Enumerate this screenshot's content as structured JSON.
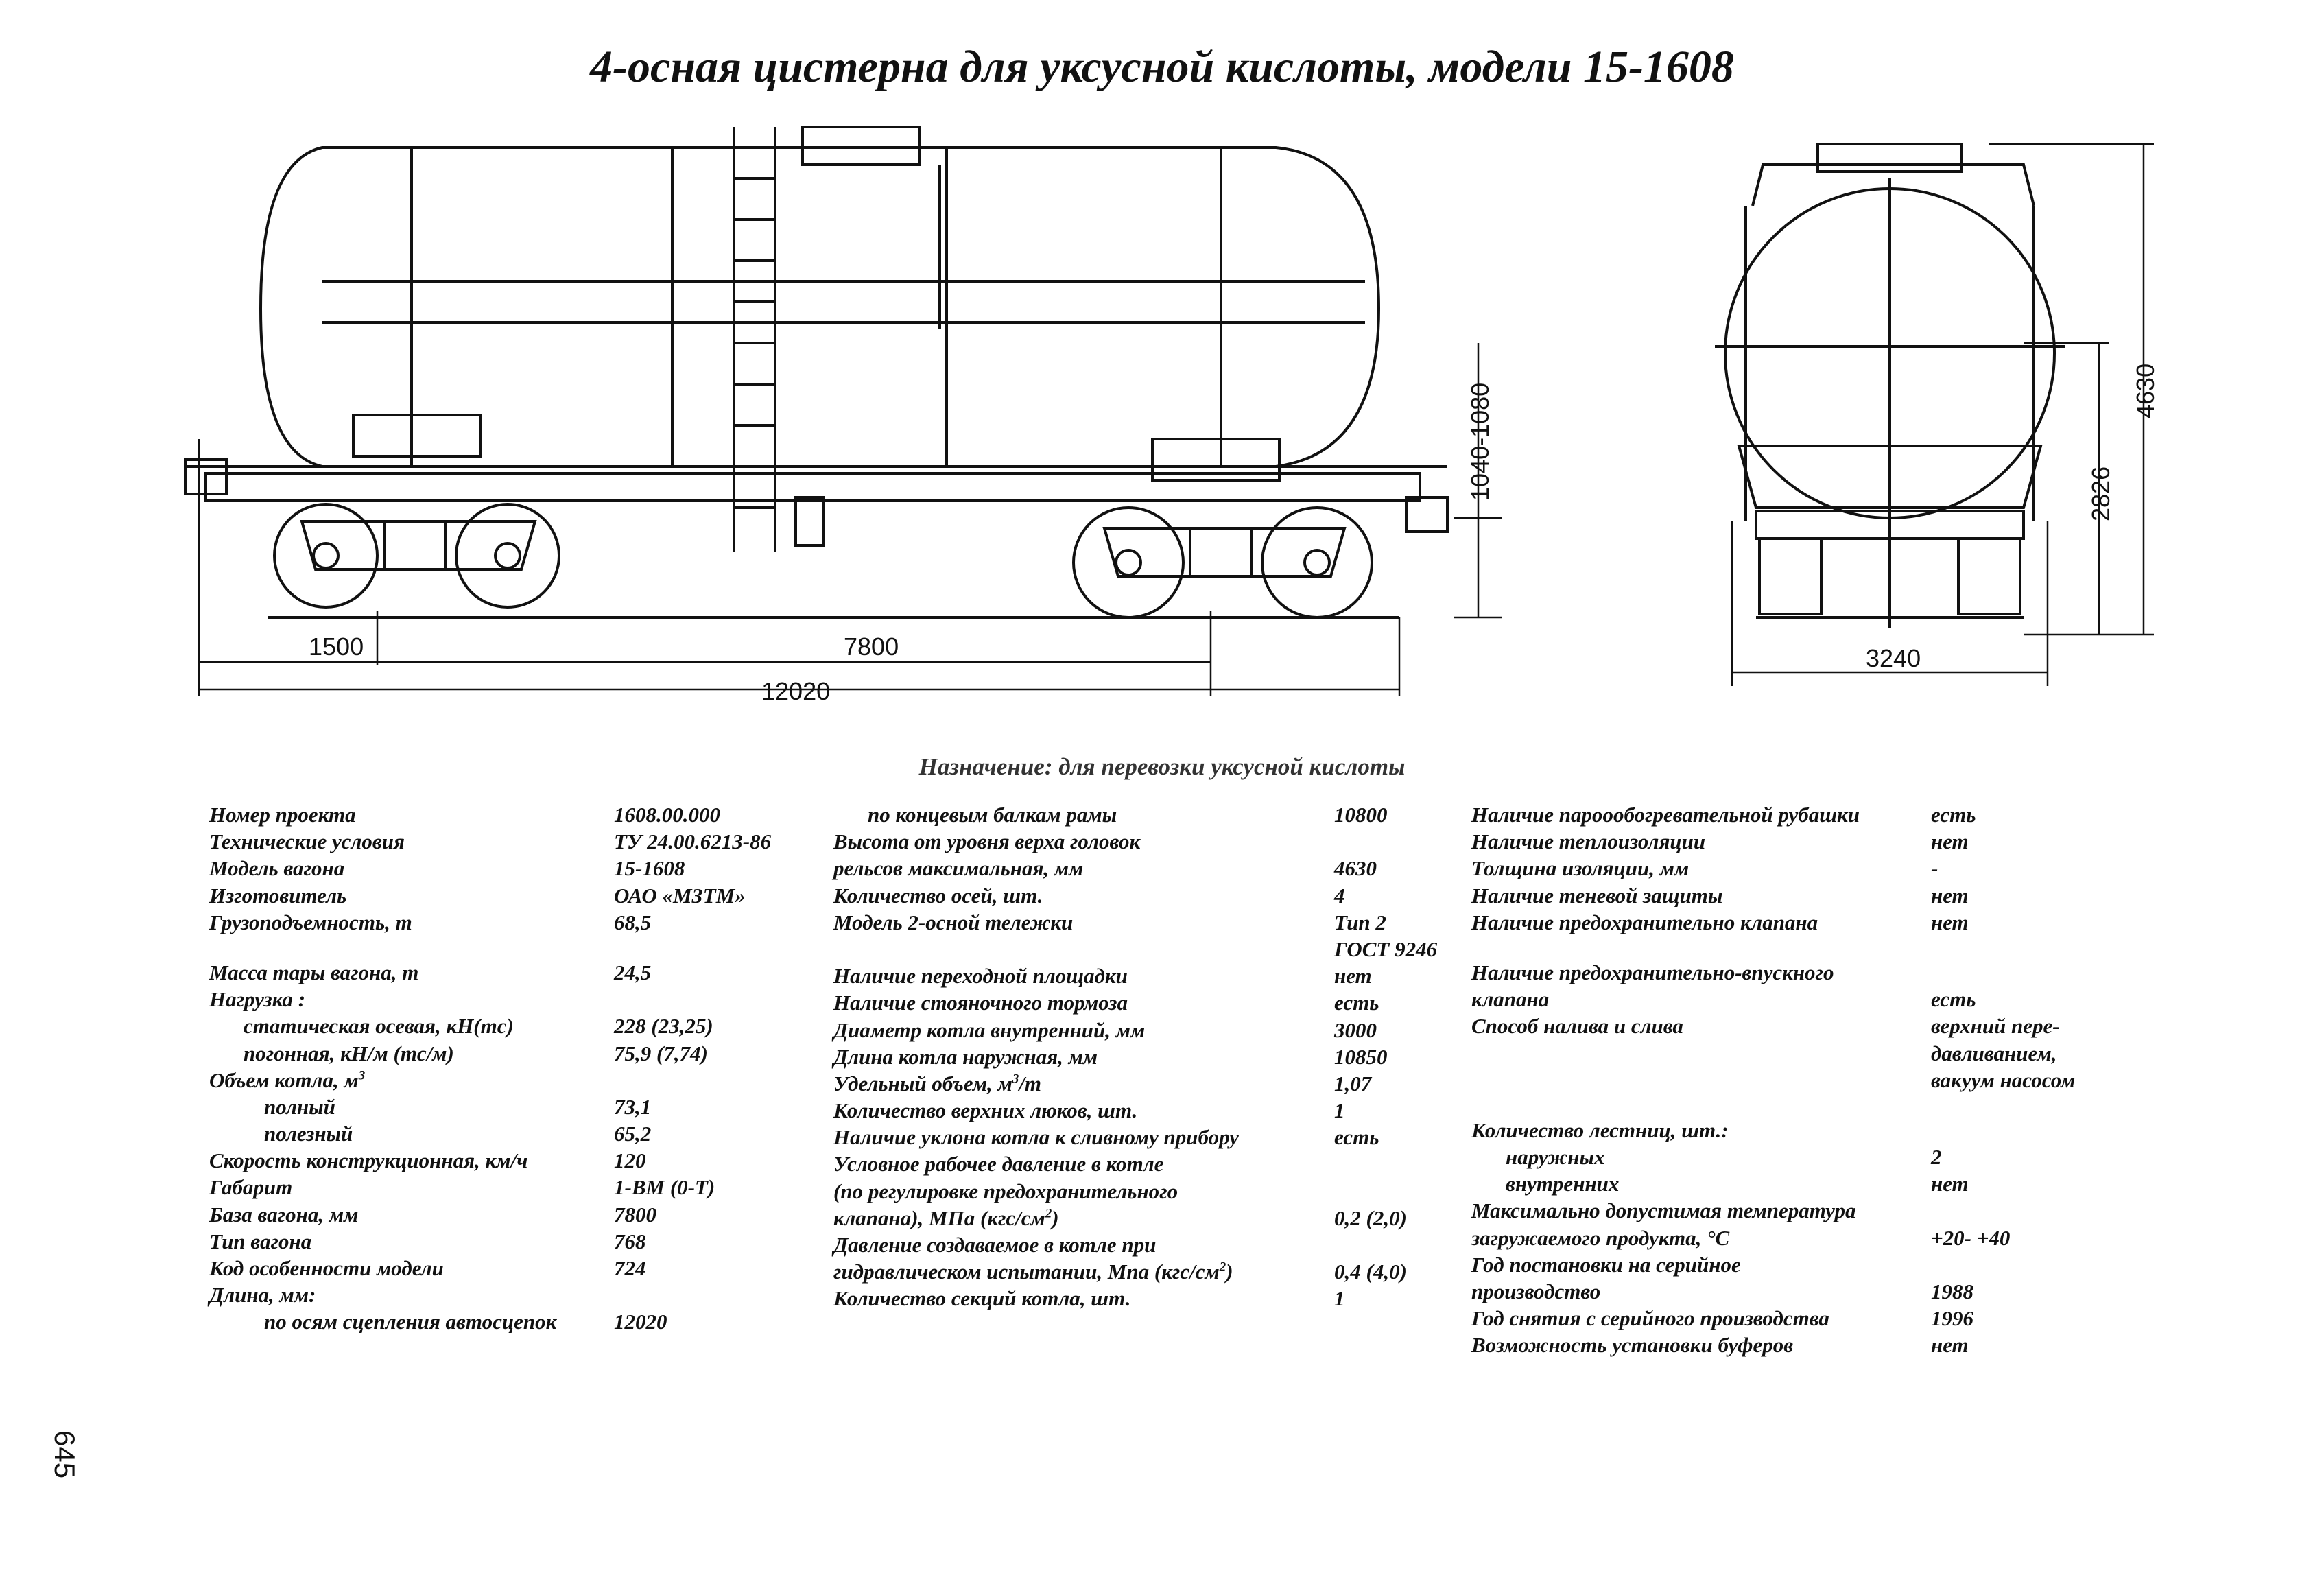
{
  "title": "4-осная цистерна для уксусной кислоты, модели 15-1608",
  "purpose": "Назначение: для перевозки уксусной кислоты",
  "dimensions": {
    "side_end_buffer": "1500",
    "side_base": "7800",
    "side_length": "12020",
    "side_height": "1040-1080",
    "front_width": "3240",
    "front_height_total": "4630",
    "front_height_axis": "2826"
  },
  "columns": [
    [
      {
        "label": "Номер проекта",
        "value": "1608.00.000"
      },
      {
        "label": "Технические условия",
        "value": "ТУ 24.00.6213-86"
      },
      {
        "label": "Модель вагона",
        "value": "15-1608"
      },
      {
        "label": "Изготовитель",
        "value": "ОАО «МЗТМ»"
      },
      {
        "label": "Грузоподъемность, т",
        "value": "68,5"
      },
      {
        "gap": true
      },
      {
        "label": "Масса тары вагона, т",
        "value": "24,5"
      },
      {
        "label": "Нагрузка :",
        "value": ""
      },
      {
        "label": "статическая осевая, кН(тс)",
        "value": "228 (23,25)",
        "indent": 1
      },
      {
        "label": "погонная, кН/м (тс/м)",
        "value": "75,9 (7,74)",
        "indent": 1
      },
      {
        "label": "Объем котла, м",
        "sup": "3",
        "value": ""
      },
      {
        "label": "полный",
        "value": "73,1",
        "indent": 2
      },
      {
        "label": "полезный",
        "value": "65,2",
        "indent": 2
      },
      {
        "label": "Скорость конструкционная, км/ч",
        "value": "120"
      },
      {
        "label": "Габарит",
        "value": "1-ВМ (0-Т)"
      },
      {
        "label": "База вагона, мм",
        "value": "7800"
      },
      {
        "label": "Тип вагона",
        "value": "768"
      },
      {
        "label": "Код особенности модели",
        "value": "724"
      },
      {
        "label": "Длина, мм:",
        "value": ""
      },
      {
        "label": "по осям сцепления автосцепок",
        "value": "12020",
        "indent": 2
      }
    ],
    [
      {
        "label": "по концевым балкам рамы",
        "value": "10800",
        "indent": 1
      },
      {
        "label": "Высота от уровня верха головок",
        "value": ""
      },
      {
        "label": "рельсов максимальная, мм",
        "value": "4630"
      },
      {
        "label": "Количество осей, шт.",
        "value": "4"
      },
      {
        "label": "Модель 2-осной тележки",
        "value": "Тип 2"
      },
      {
        "label": "",
        "value": "ГОСТ 9246"
      },
      {
        "label": "Наличие переходной площадки",
        "value": "нет"
      },
      {
        "label": "Наличие стояночного тормоза",
        "value": "есть"
      },
      {
        "label": "Диаметр котла внутренний, мм",
        "value": "3000"
      },
      {
        "label": "Длина котла наружная, мм",
        "value": "10850"
      },
      {
        "label": "Удельный объем, м",
        "sup": "3",
        "label_tail": "/т",
        "value": "1,07"
      },
      {
        "label": "Количество верхних люков, шт.",
        "value": "1"
      },
      {
        "label": "Наличие уклона котла к сливному прибору",
        "value": "есть"
      },
      {
        "label": "Условное рабочее давление в котле",
        "value": ""
      },
      {
        "label": "(по регулировке предохранительного",
        "value": ""
      },
      {
        "label": "клапана), МПа (кгс/см",
        "sup": "2",
        "label_tail": ")",
        "value": "0,2 (2,0)"
      },
      {
        "label": "Давление создаваемое в котле при",
        "value": ""
      },
      {
        "label": "гидравлическом испытании, Мпа (кгс/см",
        "sup": "2",
        "label_tail": ")",
        "value": "0,4 (4,0)"
      },
      {
        "label": "Количество секций котла, шт.",
        "value": "1"
      }
    ],
    [
      {
        "label": "Наличие пароообогревательной рубашки",
        "value": "есть"
      },
      {
        "label": "Наличие теплоизоляции",
        "value": "нет"
      },
      {
        "label": "Толщина изоляции, мм",
        "value": "-"
      },
      {
        "label": "Наличие теневой защиты",
        "value": "нет"
      },
      {
        "label": "Наличие предохранительно клапана",
        "value": "нет"
      },
      {
        "gap": true
      },
      {
        "label": "Наличие предохранительно-впускного",
        "value": ""
      },
      {
        "label": "клапана",
        "value": "есть"
      },
      {
        "label": "Способ налива и слива",
        "value": "верхний пере-"
      },
      {
        "label": "",
        "value": "давливанием,"
      },
      {
        "label": "",
        "value": "вакуум насосом"
      },
      {
        "gap": true
      },
      {
        "label": "Количество лестниц, шт.:",
        "value": ""
      },
      {
        "label": "наружных",
        "value": "2",
        "indent": 1
      },
      {
        "label": "внутренних",
        "value": "нет",
        "indent": 1
      },
      {
        "label": "Максимально допустимая температура",
        "value": ""
      },
      {
        "label": "загружаемого продукта, °С",
        "value": "+20- +40"
      },
      {
        "label": "Год постановки на серийное",
        "value": ""
      },
      {
        "label": "производство",
        "value": "1988"
      },
      {
        "label": "Год снятия с серийного производства",
        "value": "1996"
      },
      {
        "label": "Возможность установки буферов",
        "value": "нет"
      }
    ]
  ],
  "page_number": "645"
}
